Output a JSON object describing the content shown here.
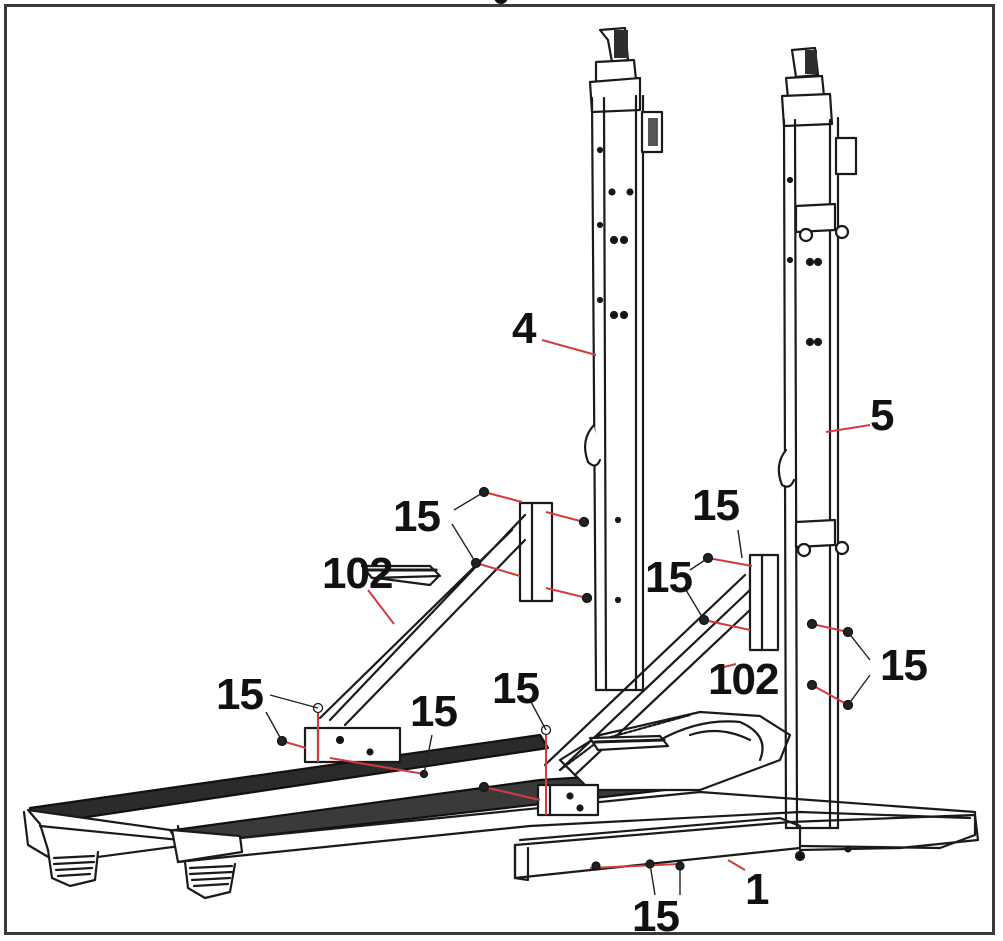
{
  "diagram": {
    "type": "exploded assembly view",
    "subject": "treadmill upright posts assembly",
    "colors": {
      "line": "#1a1a1a",
      "leader": "#d23c3c",
      "frame": "#3a3a3a",
      "background": "#ffffff"
    },
    "callouts": [
      {
        "id": "c-4",
        "text": "4",
        "part": "left upright post"
      },
      {
        "id": "c-5",
        "text": "5",
        "part": "right upright post"
      },
      {
        "id": "c-1",
        "text": "1",
        "part": "base frame"
      },
      {
        "id": "c-102-left",
        "text": "102",
        "part": "left support bracket"
      },
      {
        "id": "c-102-right",
        "text": "102",
        "part": "right support bracket"
      },
      {
        "id": "c-15-a",
        "text": "15",
        "part": "bolts - left post bracket"
      },
      {
        "id": "c-15-b",
        "text": "15",
        "part": "bolt - right post bracket top"
      },
      {
        "id": "c-15-c",
        "text": "15",
        "part": "bolts - right post bracket"
      },
      {
        "id": "c-15-d",
        "text": "15",
        "part": "bolts - right post lower"
      },
      {
        "id": "c-15-e",
        "text": "15",
        "part": "bolts - left base block"
      },
      {
        "id": "c-15-f",
        "text": "15",
        "part": "bolt - left base block side"
      },
      {
        "id": "c-15-g",
        "text": "15",
        "part": "bolts - center base block"
      },
      {
        "id": "c-15-h",
        "text": "15",
        "part": "bolts - base frame bottom"
      }
    ]
  }
}
